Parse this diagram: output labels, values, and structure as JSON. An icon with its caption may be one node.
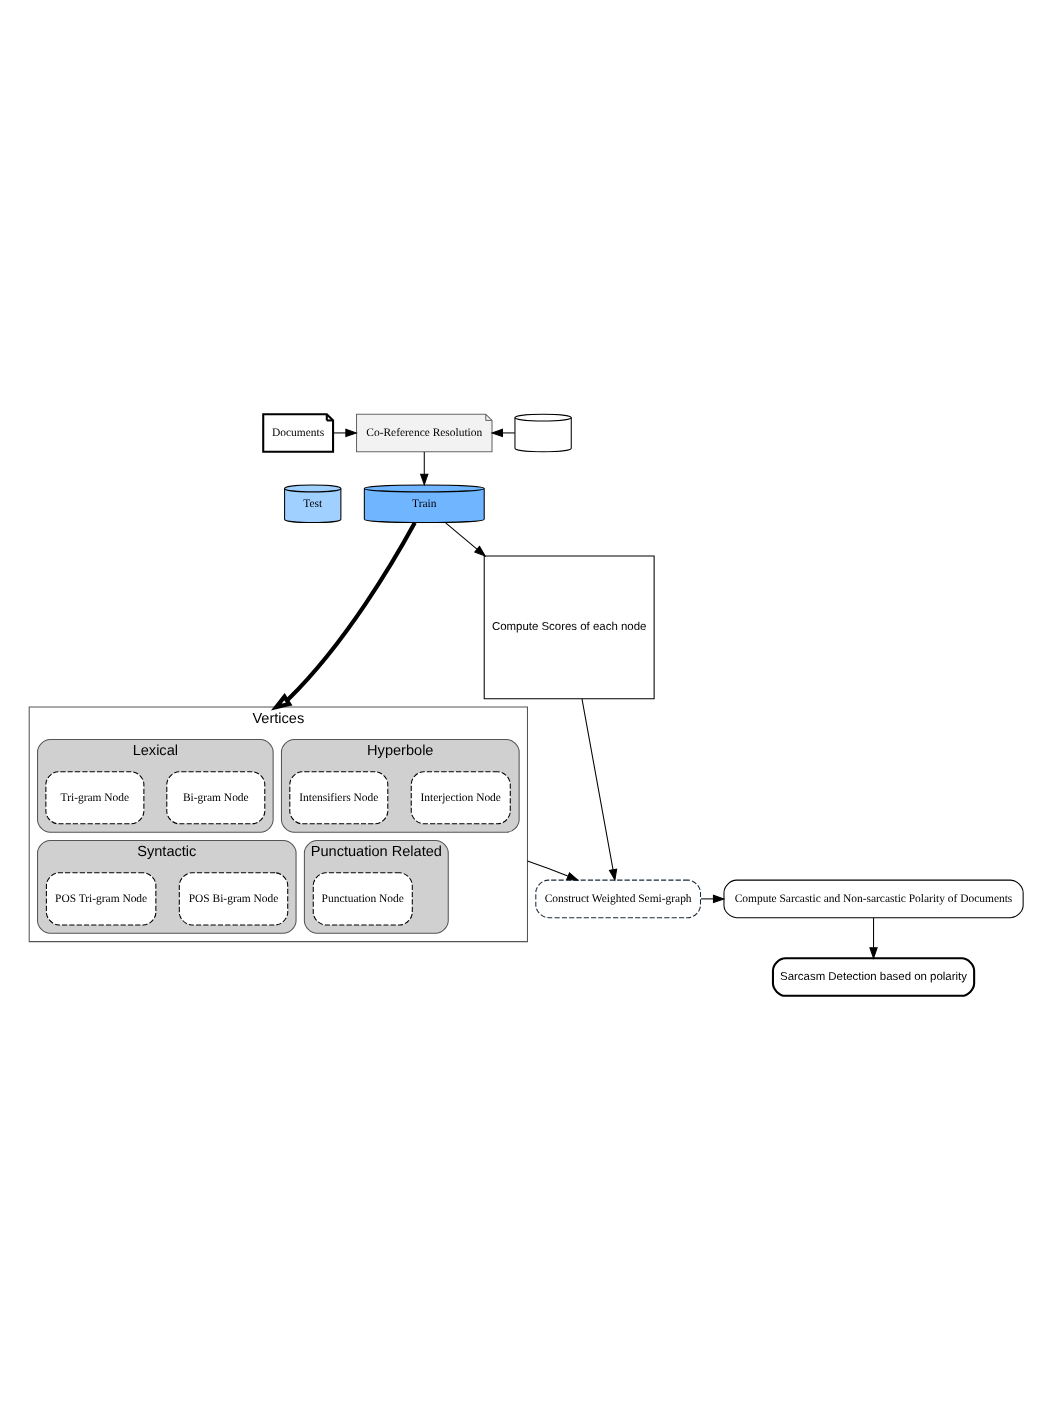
{
  "diagram": {
    "nodes": [
      {
        "text": [
          "Documents"
        ]
      },
      {
        "text": [
          "Co-Reference Resolution"
        ]
      },
      {
        "text": [],
        "shape": "cylinder"
      },
      {
        "text": [
          "Test"
        ]
      },
      {
        "text": [
          "Train"
        ]
      },
      {
        "text": [
          "Vertices"
        ]
      },
      {
        "text": [
          "Lexical"
        ],
        "in": 5
      },
      {
        "text": [
          "Bi-gram Node"
        ],
        "in": 6
      },
      {
        "text": [
          "Tri-gram Node"
        ],
        "in": 6
      },
      {
        "text": [
          "Hyperbole"
        ],
        "in": 5
      },
      {
        "text": [
          "Intensifiers Node"
        ],
        "in": 9
      },
      {
        "text": [
          "Interjection Node"
        ],
        "in": 9
      },
      {
        "text": [
          "Syntactic"
        ],
        "in": 5
      },
      {
        "text": [
          "POS Bi-gram Node"
        ],
        "in": 12
      },
      {
        "text": [
          "POS Tri-gram Node"
        ],
        "in": 12
      },
      {
        "text": [
          "Punctuation Related"
        ],
        "in": 5
      },
      {
        "text": [
          "Punctuation Node"
        ],
        "in": 15
      },
      {
        "text": [
          "Compute Scores of each node"
        ]
      },
      {
        "text": [
          "Construct Weighted Semi-graph"
        ]
      },
      {
        "text": [
          "Compute Sarcastic and Non-sarcastic Polarity of Documents"
        ]
      },
      {
        "text": [
          "Sarcasm Detection based on polarity"
        ]
      }
    ],
    "edges": [
      {
        "from": 0,
        "to": 1,
        "arrow": "to"
      },
      {
        "from": 2,
        "to": 1,
        "arrow": "to"
      },
      {
        "from": 1,
        "to": 4,
        "arrow": "to"
      },
      {
        "from": 4,
        "to": 17,
        "arrow": "to"
      },
      {
        "from": 4,
        "to": 5,
        "arrow": "to",
        "style": "thick"
      },
      {
        "from": 5,
        "to": 18,
        "arrow": "to"
      },
      {
        "from": 17,
        "to": 18,
        "arrow": "to"
      },
      {
        "from": 18,
        "to": 19,
        "arrow": "to"
      },
      {
        "from": 19,
        "to": 20,
        "arrow": "to"
      }
    ]
  }
}
